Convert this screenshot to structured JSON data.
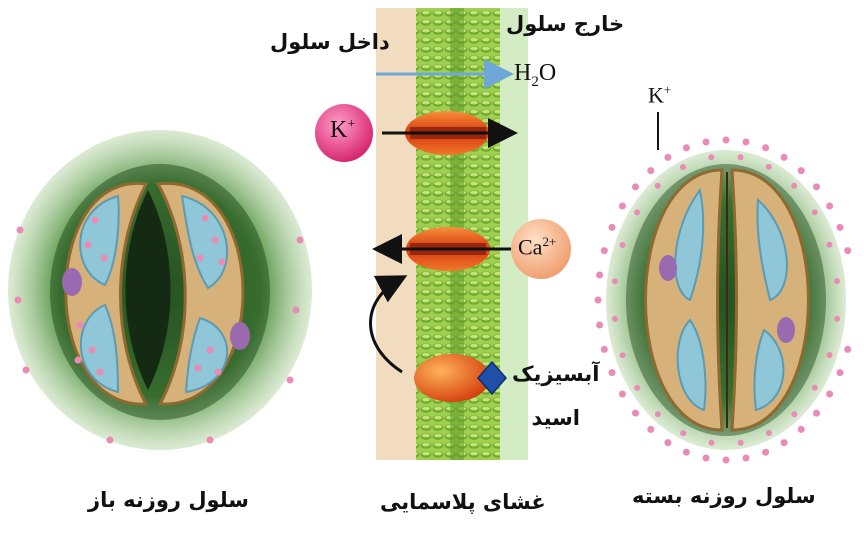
{
  "labels": {
    "inside_cell": "داخل سلول",
    "outside_cell": "خارج سلول",
    "water": "H",
    "water_sub": "2",
    "water_tail": "O",
    "potassium": "K",
    "potassium_charge": "+",
    "calcium": "Ca",
    "calcium_charge": "2+",
    "abscisic_line1": "آبسیزیک",
    "abscisic_line2": "اسید",
    "membrane": "غشای پلاسمایی",
    "open_stoma": "سلول روزنه باز",
    "closed_stoma": "سلول روزنه بسته",
    "k_outside": "K",
    "k_outside_charge": "+"
  },
  "colors": {
    "membrane_green": "#9fcf4f",
    "cytoplasm_tan": "#f2dcc0",
    "outside_green": "#d4ecc4",
    "channel_orange": "#e8501c",
    "k_ion": "#e0408a",
    "ca_ion": "#f5b48a",
    "tissue_dark": "#2f6a2e",
    "guard_cell": "#c8a36a",
    "vacuole": "#8fc6d8",
    "ion_dot": "#e98bb4"
  }
}
